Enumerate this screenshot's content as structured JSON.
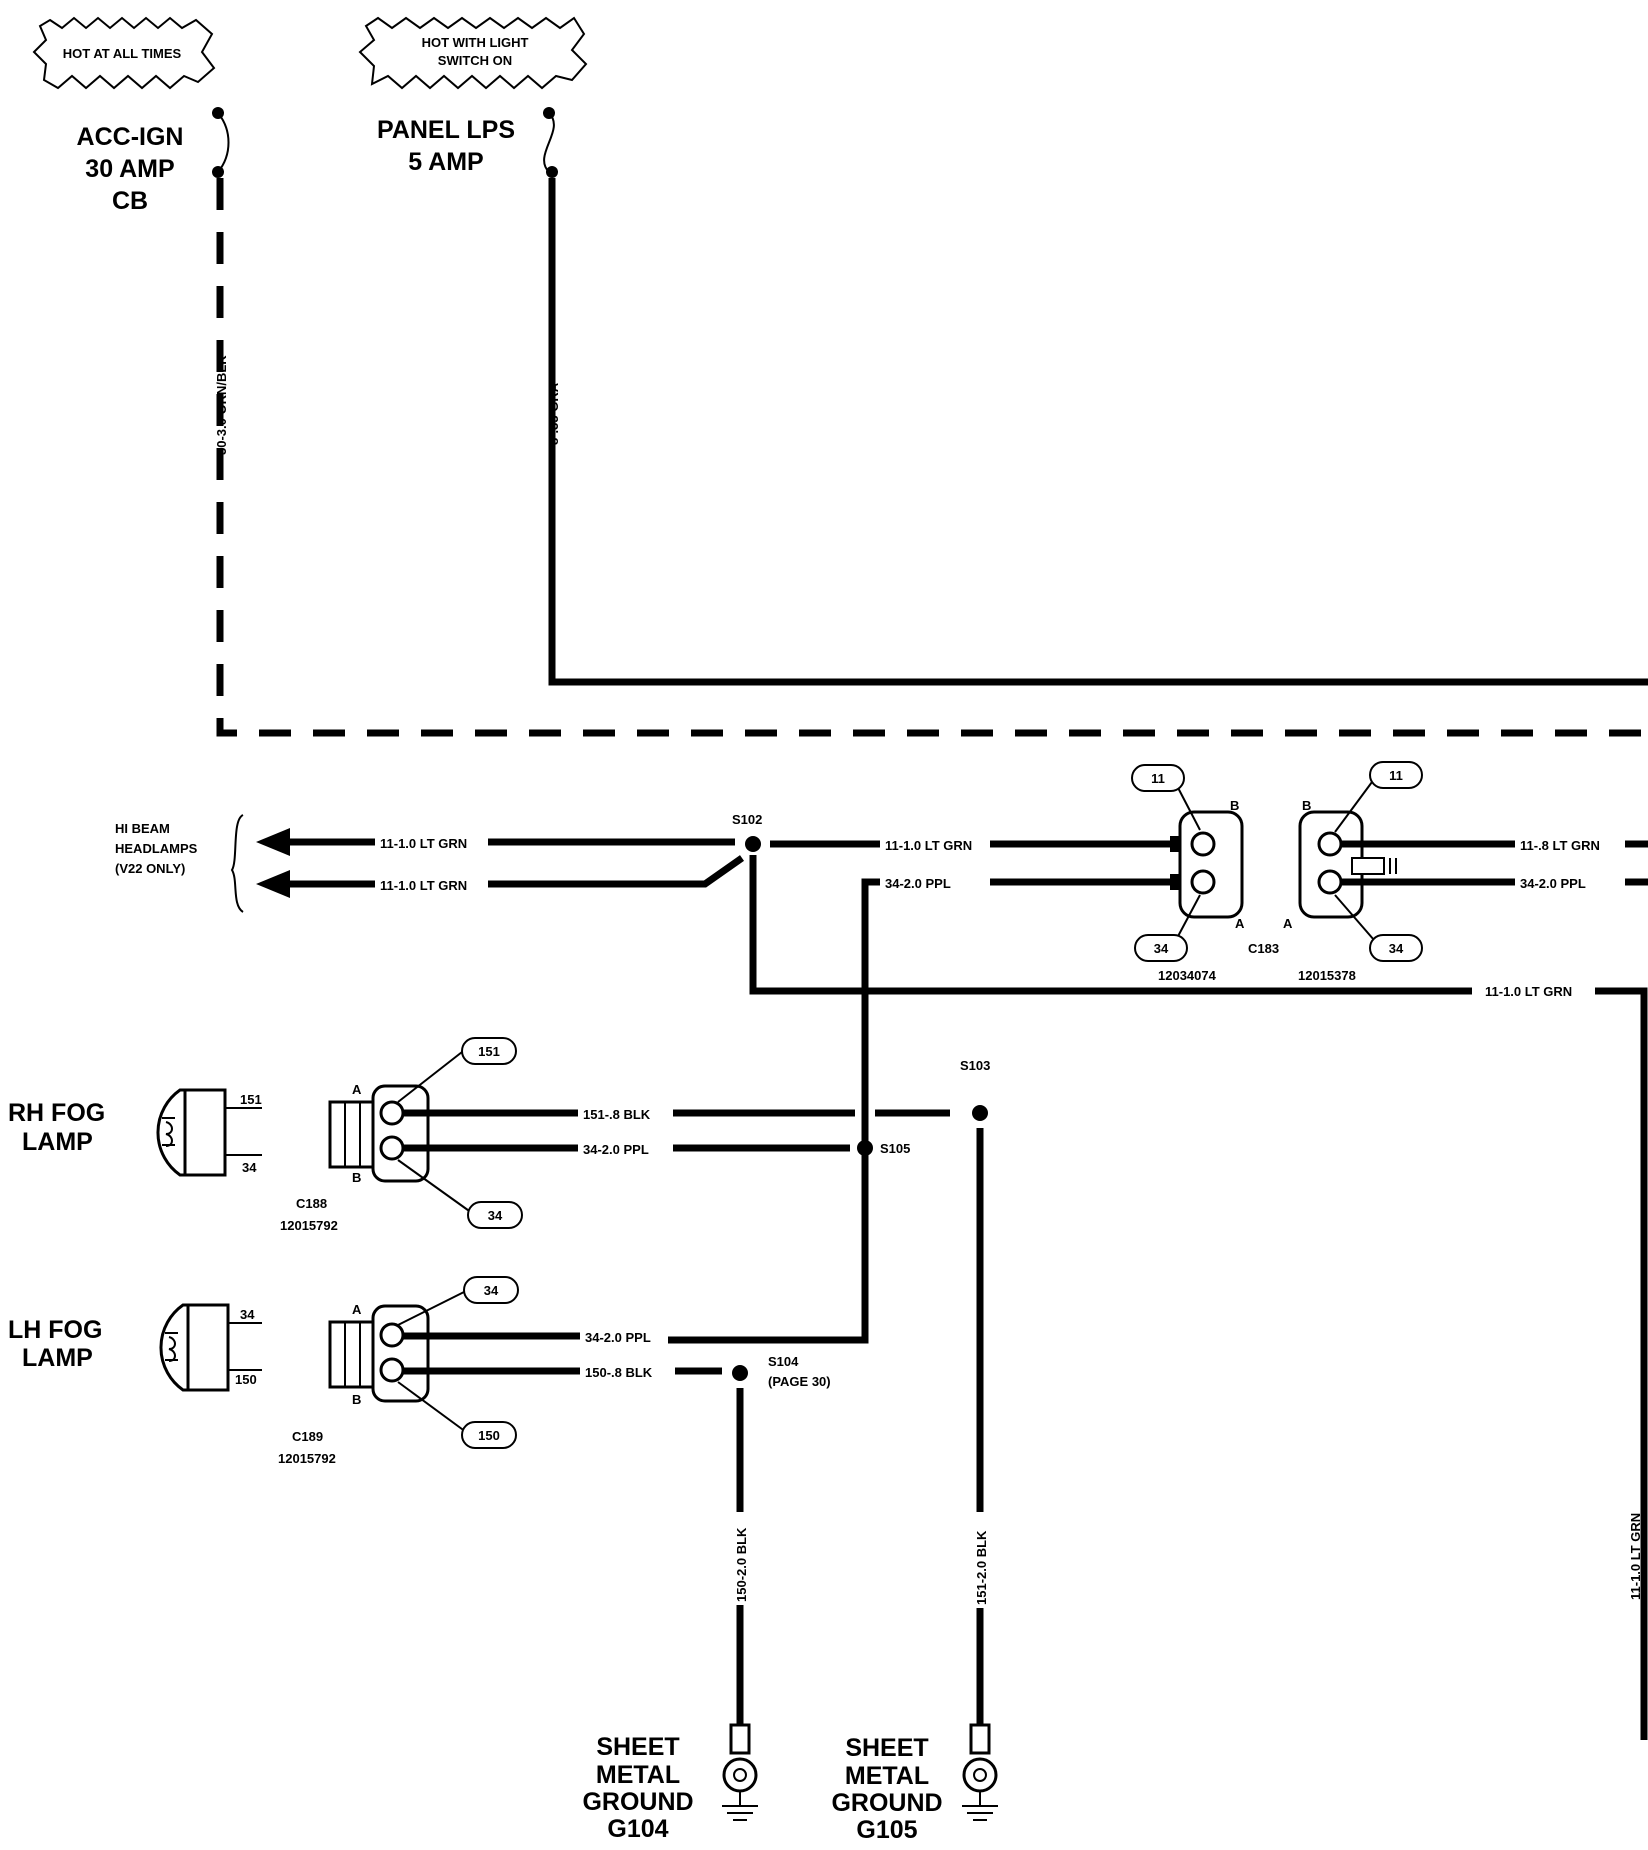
{
  "banners": {
    "hot_at_all_times": "HOT AT ALL TIMES",
    "hot_with_light_line1": "HOT WITH LIGHT",
    "hot_with_light_line2": "SWITCH ON"
  },
  "fuses": {
    "acc_ign": [
      "ACC-IGN",
      "30 AMP",
      "CB"
    ],
    "panel_lps": [
      "PANEL LPS",
      "5 AMP"
    ]
  },
  "wires": {
    "w50": "50-3.0 ORN/BLK'",
    "w8": "8-.35 GRA",
    "w11_hb1": "11-1.0 LT GRN",
    "w11_hb2": "11-1.0 LT GRN",
    "w11_mid": "11-1.0 LT GRN",
    "w34_ppl": "34-2.0 PPL",
    "w11_right": "11-.8 LT GRN",
    "w34_right": "34-2.0 PPL",
    "w11_bottom": "11-1.0 LT GRN",
    "w151_rh": "151-.8 BLK",
    "w34_rh": "34-2.0 PPL",
    "w34_lh": "34-2.0 PPL",
    "w150_lh": "150-.8 BLK",
    "w150_vert": "150-2.0 BLK",
    "w151_vert": "151-2.0 BLK",
    "w11_vert": "11-1.0 LT GRN"
  },
  "hi_beam": [
    "HI BEAM",
    "HEADLAMPS",
    "(V22 ONLY)"
  ],
  "splices": {
    "s102": "S102",
    "s103": "S103",
    "s105": "S105",
    "s104": "S104",
    "s104_note": "(PAGE 30)"
  },
  "connectors": {
    "c183": "C183",
    "c183_left_part": "12034074",
    "c183_right_part": "12015378",
    "c188": "C188",
    "c188_part": "12015792",
    "c189": "C189",
    "c189_part": "12015792",
    "pin_a": "A",
    "pin_b": "B"
  },
  "circuit_tags": {
    "t11a": "11",
    "t34a": "34",
    "t11b": "11",
    "t34b": "34",
    "t151": "151",
    "t34c": "34",
    "t34d": "34",
    "t150": "150"
  },
  "lamps": {
    "rh": [
      "RH FOG",
      "LAMP"
    ],
    "lh": [
      "LH FOG",
      "LAMP"
    ],
    "rh_pin_top": "151",
    "rh_pin_bottom": "34",
    "lh_pin_top": "34",
    "lh_pin_bottom": "150"
  },
  "grounds": {
    "g104": [
      "SHEET",
      "METAL",
      "GROUND",
      "G104"
    ],
    "g105": [
      "SHEET",
      "METAL",
      "GROUND",
      "G105"
    ]
  }
}
